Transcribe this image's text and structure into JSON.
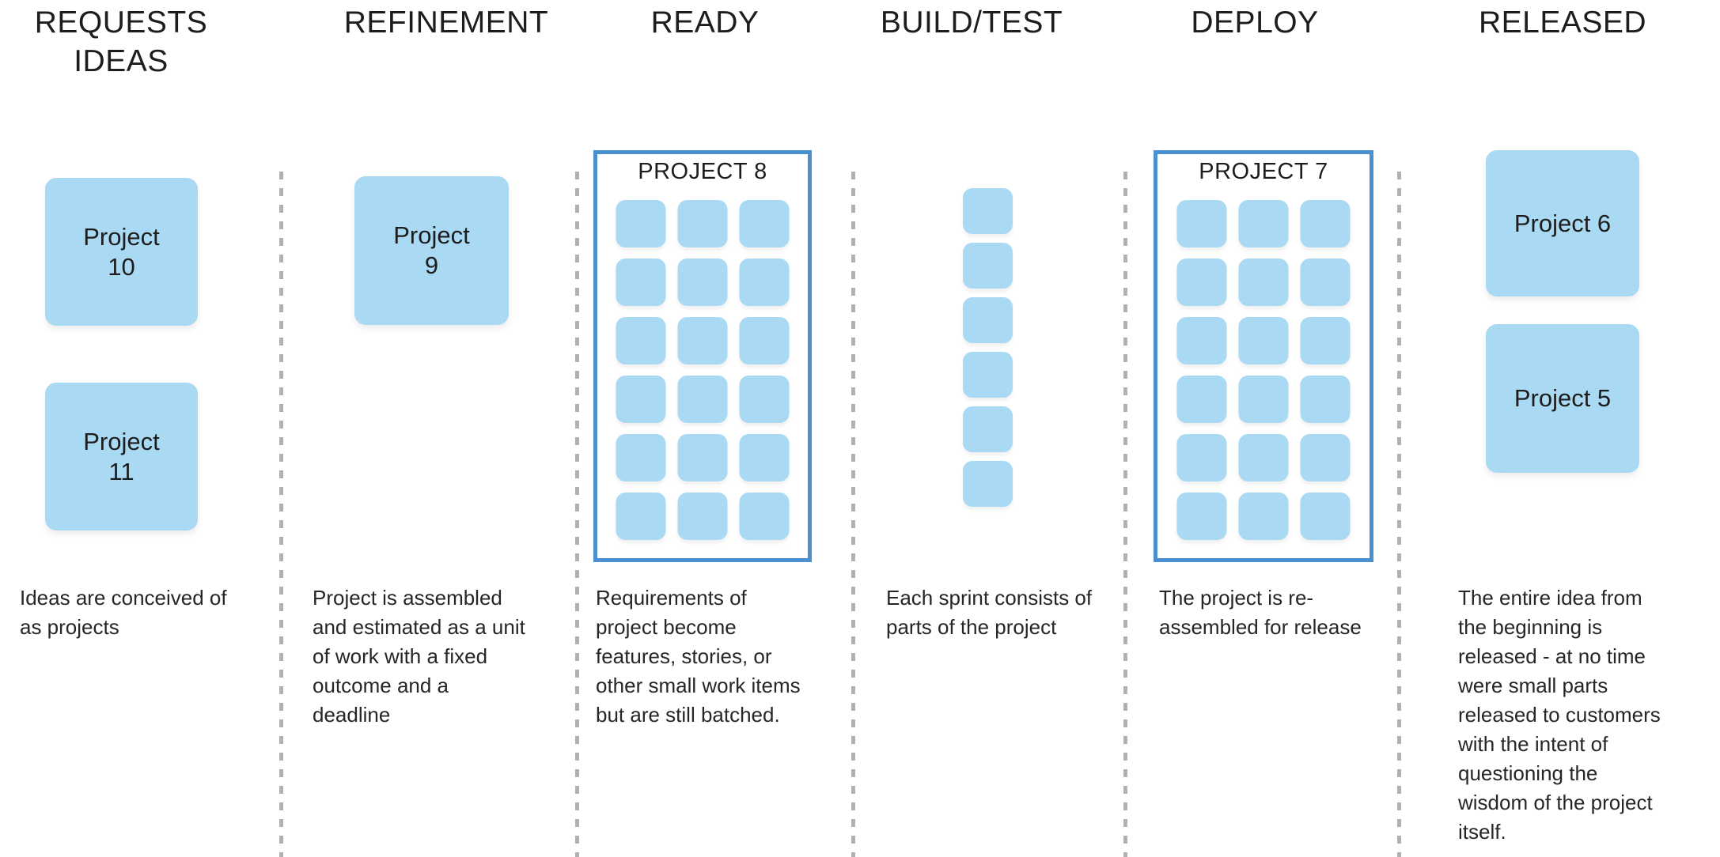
{
  "board": {
    "colors": {
      "card_fill": "#a9d9f3",
      "frame_border": "#4a8fd1",
      "divider": "#b1b1b1",
      "text": "#1d1d1d"
    },
    "columns": [
      {
        "id": "requests-ideas",
        "header": "REQUESTS\nIDEAS",
        "caption": "Ideas are conceived of\nas projects",
        "cards": [
          {
            "label": "Project\n10"
          },
          {
            "label": "Project\n11"
          }
        ]
      },
      {
        "id": "refinement",
        "header": "REFINEMENT",
        "caption": "Project is assembled\nand estimated as a unit\nof work with a fixed\noutcome and a\ndeadline",
        "cards": [
          {
            "label": "Project\n9"
          }
        ]
      },
      {
        "id": "ready",
        "header": "READY",
        "caption": "Requirements of\nproject become\nfeatures, stories, or\nother small work items\nbut are still batched.",
        "project_frame": {
          "title": "PROJECT 8",
          "rows": 6,
          "cols": 3,
          "tile_count": 18
        }
      },
      {
        "id": "build-test",
        "header": "BUILD/TEST",
        "caption": "Each sprint consists of\nparts of the project",
        "sprint_stack": {
          "tile_count": 6
        }
      },
      {
        "id": "deploy",
        "header": "DEPLOY",
        "caption": "The project is re-\nassembled for release",
        "project_frame": {
          "title": "PROJECT 7",
          "rows": 6,
          "cols": 3,
          "tile_count": 18
        }
      },
      {
        "id": "released",
        "header": "RELEASED",
        "caption": "The entire idea from\nthe beginning is\nreleased - at no time\nwere small parts\nreleased to customers\nwith the intent of\nquestioning the\nwisdom of the project\nitself.",
        "cards": [
          {
            "label": "Project 6"
          },
          {
            "label": "Project 5"
          }
        ]
      }
    ]
  }
}
